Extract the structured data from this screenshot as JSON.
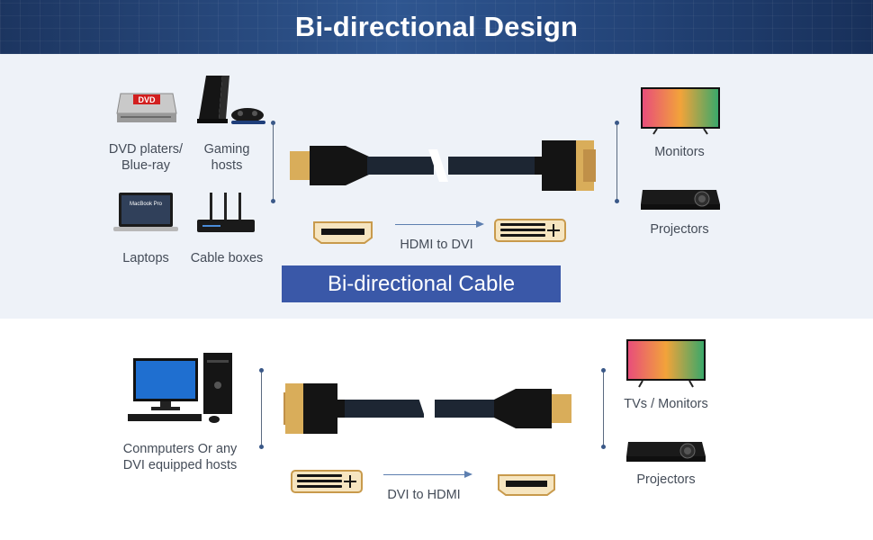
{
  "banner": {
    "title": "Bi-directional Design"
  },
  "top": {
    "sources": [
      {
        "label": "DVD platers/\nBlue-ray",
        "icon": "dvd-player-icon"
      },
      {
        "label": "Gaming\nhosts",
        "icon": "game-console-icon"
      },
      {
        "label": "Laptops",
        "icon": "laptop-icon"
      },
      {
        "label": "Cable boxes",
        "icon": "cable-box-icon"
      }
    ],
    "conversion": "HDMI to DVI",
    "targets": [
      {
        "label": "Monitors",
        "icon": "monitor-icon"
      },
      {
        "label": "Projectors",
        "icon": "projector-icon"
      }
    ],
    "cable_label": "Bi-directional Cable",
    "icons": {
      "dvd_text": "DVD",
      "laptop_text": "MacBook Pro"
    }
  },
  "bottom": {
    "source": {
      "label": "Conmputers Or any\nDVI equipped hosts",
      "icon": "desktop-computer-icon"
    },
    "conversion": "DVI to HDMI",
    "targets": [
      {
        "label": "TVs / Monitors",
        "icon": "tv-icon"
      },
      {
        "label": "Projectors",
        "icon": "projector-icon"
      }
    ]
  },
  "colors": {
    "banner": "#284c84",
    "cable_banner": "#3a58a8",
    "connector_gold": "#d9ad5a",
    "plug_black": "#141414"
  }
}
